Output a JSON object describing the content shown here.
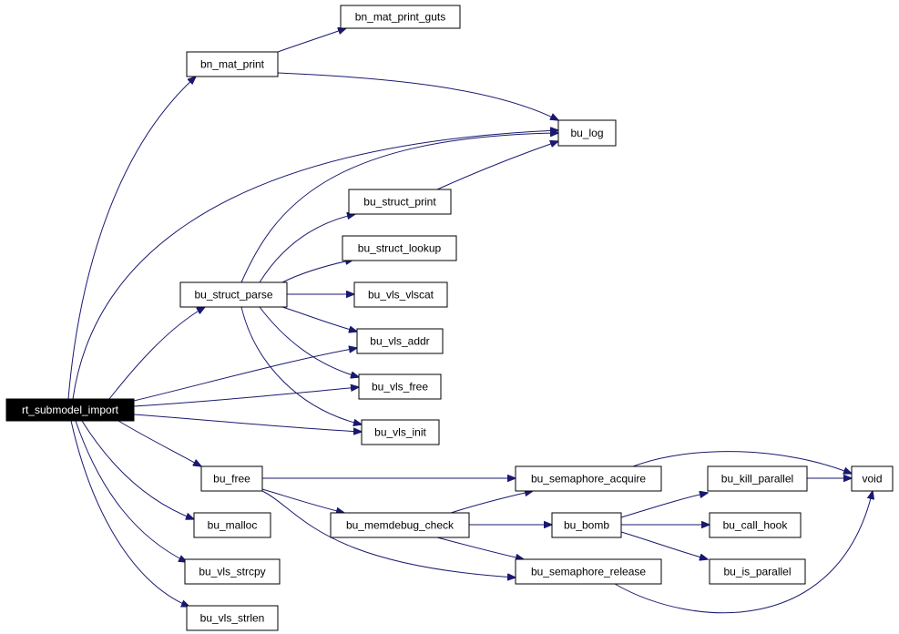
{
  "graph": {
    "edge_color": "#191970",
    "nodes": [
      {
        "id": "rt_submodel_import",
        "label": "rt_submodel_import",
        "root": true
      },
      {
        "id": "bn_mat_print_guts",
        "label": "bn_mat_print_guts"
      },
      {
        "id": "bn_mat_print",
        "label": "bn_mat_print"
      },
      {
        "id": "bu_log",
        "label": "bu_log"
      },
      {
        "id": "bu_struct_print",
        "label": "bu_struct_print"
      },
      {
        "id": "bu_struct_lookup",
        "label": "bu_struct_lookup"
      },
      {
        "id": "bu_struct_parse",
        "label": "bu_struct_parse"
      },
      {
        "id": "bu_vls_vlscat",
        "label": "bu_vls_vlscat"
      },
      {
        "id": "bu_vls_addr",
        "label": "bu_vls_addr"
      },
      {
        "id": "bu_vls_free",
        "label": "bu_vls_free"
      },
      {
        "id": "bu_vls_init",
        "label": "bu_vls_init"
      },
      {
        "id": "bu_free",
        "label": "bu_free"
      },
      {
        "id": "bu_semaphore_acquire",
        "label": "bu_semaphore_acquire"
      },
      {
        "id": "bu_kill_parallel",
        "label": "bu_kill_parallel"
      },
      {
        "id": "void",
        "label": "void"
      },
      {
        "id": "bu_malloc",
        "label": "bu_malloc"
      },
      {
        "id": "bu_memdebug_check",
        "label": "bu_memdebug_check"
      },
      {
        "id": "bu_bomb",
        "label": "bu_bomb"
      },
      {
        "id": "bu_call_hook",
        "label": "bu_call_hook"
      },
      {
        "id": "bu_vls_strcpy",
        "label": "bu_vls_strcpy"
      },
      {
        "id": "bu_semaphore_release",
        "label": "bu_semaphore_release"
      },
      {
        "id": "bu_is_parallel",
        "label": "bu_is_parallel"
      },
      {
        "id": "bu_vls_strlen",
        "label": "bu_vls_strlen"
      }
    ],
    "edges": [
      {
        "from": "rt_submodel_import",
        "to": "bn_mat_print"
      },
      {
        "from": "rt_submodel_import",
        "to": "bu_log"
      },
      {
        "from": "rt_submodel_import",
        "to": "bu_struct_parse"
      },
      {
        "from": "rt_submodel_import",
        "to": "bu_vls_addr"
      },
      {
        "from": "rt_submodel_import",
        "to": "bu_vls_free"
      },
      {
        "from": "rt_submodel_import",
        "to": "bu_vls_init"
      },
      {
        "from": "rt_submodel_import",
        "to": "bu_free"
      },
      {
        "from": "rt_submodel_import",
        "to": "bu_malloc"
      },
      {
        "from": "rt_submodel_import",
        "to": "bu_vls_strcpy"
      },
      {
        "from": "rt_submodel_import",
        "to": "bu_vls_strlen"
      },
      {
        "from": "bn_mat_print",
        "to": "bn_mat_print_guts"
      },
      {
        "from": "bn_mat_print",
        "to": "bu_log"
      },
      {
        "from": "bu_struct_parse",
        "to": "bu_log"
      },
      {
        "from": "bu_struct_parse",
        "to": "bu_struct_print"
      },
      {
        "from": "bu_struct_parse",
        "to": "bu_struct_lookup"
      },
      {
        "from": "bu_struct_parse",
        "to": "bu_vls_vlscat"
      },
      {
        "from": "bu_struct_parse",
        "to": "bu_vls_addr"
      },
      {
        "from": "bu_struct_parse",
        "to": "bu_vls_free"
      },
      {
        "from": "bu_struct_parse",
        "to": "bu_vls_init"
      },
      {
        "from": "bu_struct_print",
        "to": "bu_log"
      },
      {
        "from": "bu_free",
        "to": "bu_semaphore_acquire"
      },
      {
        "from": "bu_free",
        "to": "bu_memdebug_check"
      },
      {
        "from": "bu_free",
        "to": "bu_semaphore_release"
      },
      {
        "from": "bu_memdebug_check",
        "to": "bu_semaphore_acquire"
      },
      {
        "from": "bu_memdebug_check",
        "to": "bu_bomb"
      },
      {
        "from": "bu_memdebug_check",
        "to": "bu_semaphore_release"
      },
      {
        "from": "bu_semaphore_acquire",
        "to": "void"
      },
      {
        "from": "bu_semaphore_release",
        "to": "void"
      },
      {
        "from": "bu_bomb",
        "to": "bu_kill_parallel"
      },
      {
        "from": "bu_bomb",
        "to": "bu_call_hook"
      },
      {
        "from": "bu_bomb",
        "to": "bu_is_parallel"
      },
      {
        "from": "bu_kill_parallel",
        "to": "void"
      }
    ]
  }
}
